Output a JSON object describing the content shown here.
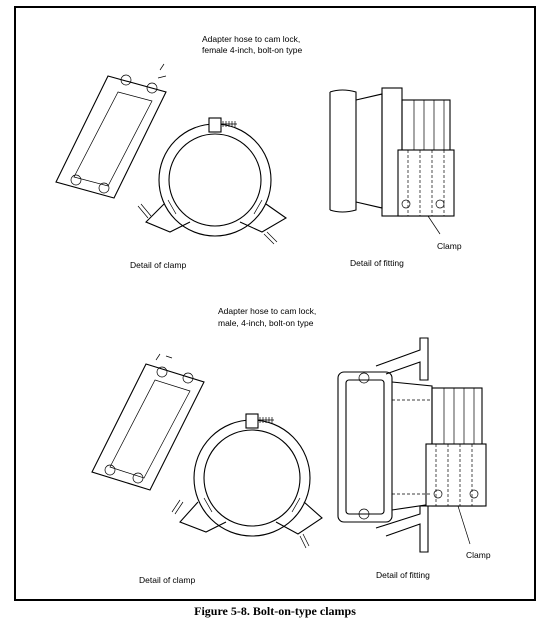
{
  "figure": {
    "caption": "Figure 5-8.  Bolt-on-type clamps"
  },
  "top_section": {
    "title_line1": "Adapter hose to cam lock,",
    "title_line2": "female 4-inch, bolt-on type",
    "detail_clamp": "Detail of clamp",
    "detail_fitting": "Detail of fitting",
    "clamp_pointer": "Clamp"
  },
  "bottom_section": {
    "title_line1": "Adapter hose to cam lock,",
    "title_line2": "male, 4-inch, bolt-on type",
    "detail_clamp": "Detail of clamp",
    "detail_fitting": "Detail of fitting",
    "clamp_pointer": "Clamp"
  }
}
